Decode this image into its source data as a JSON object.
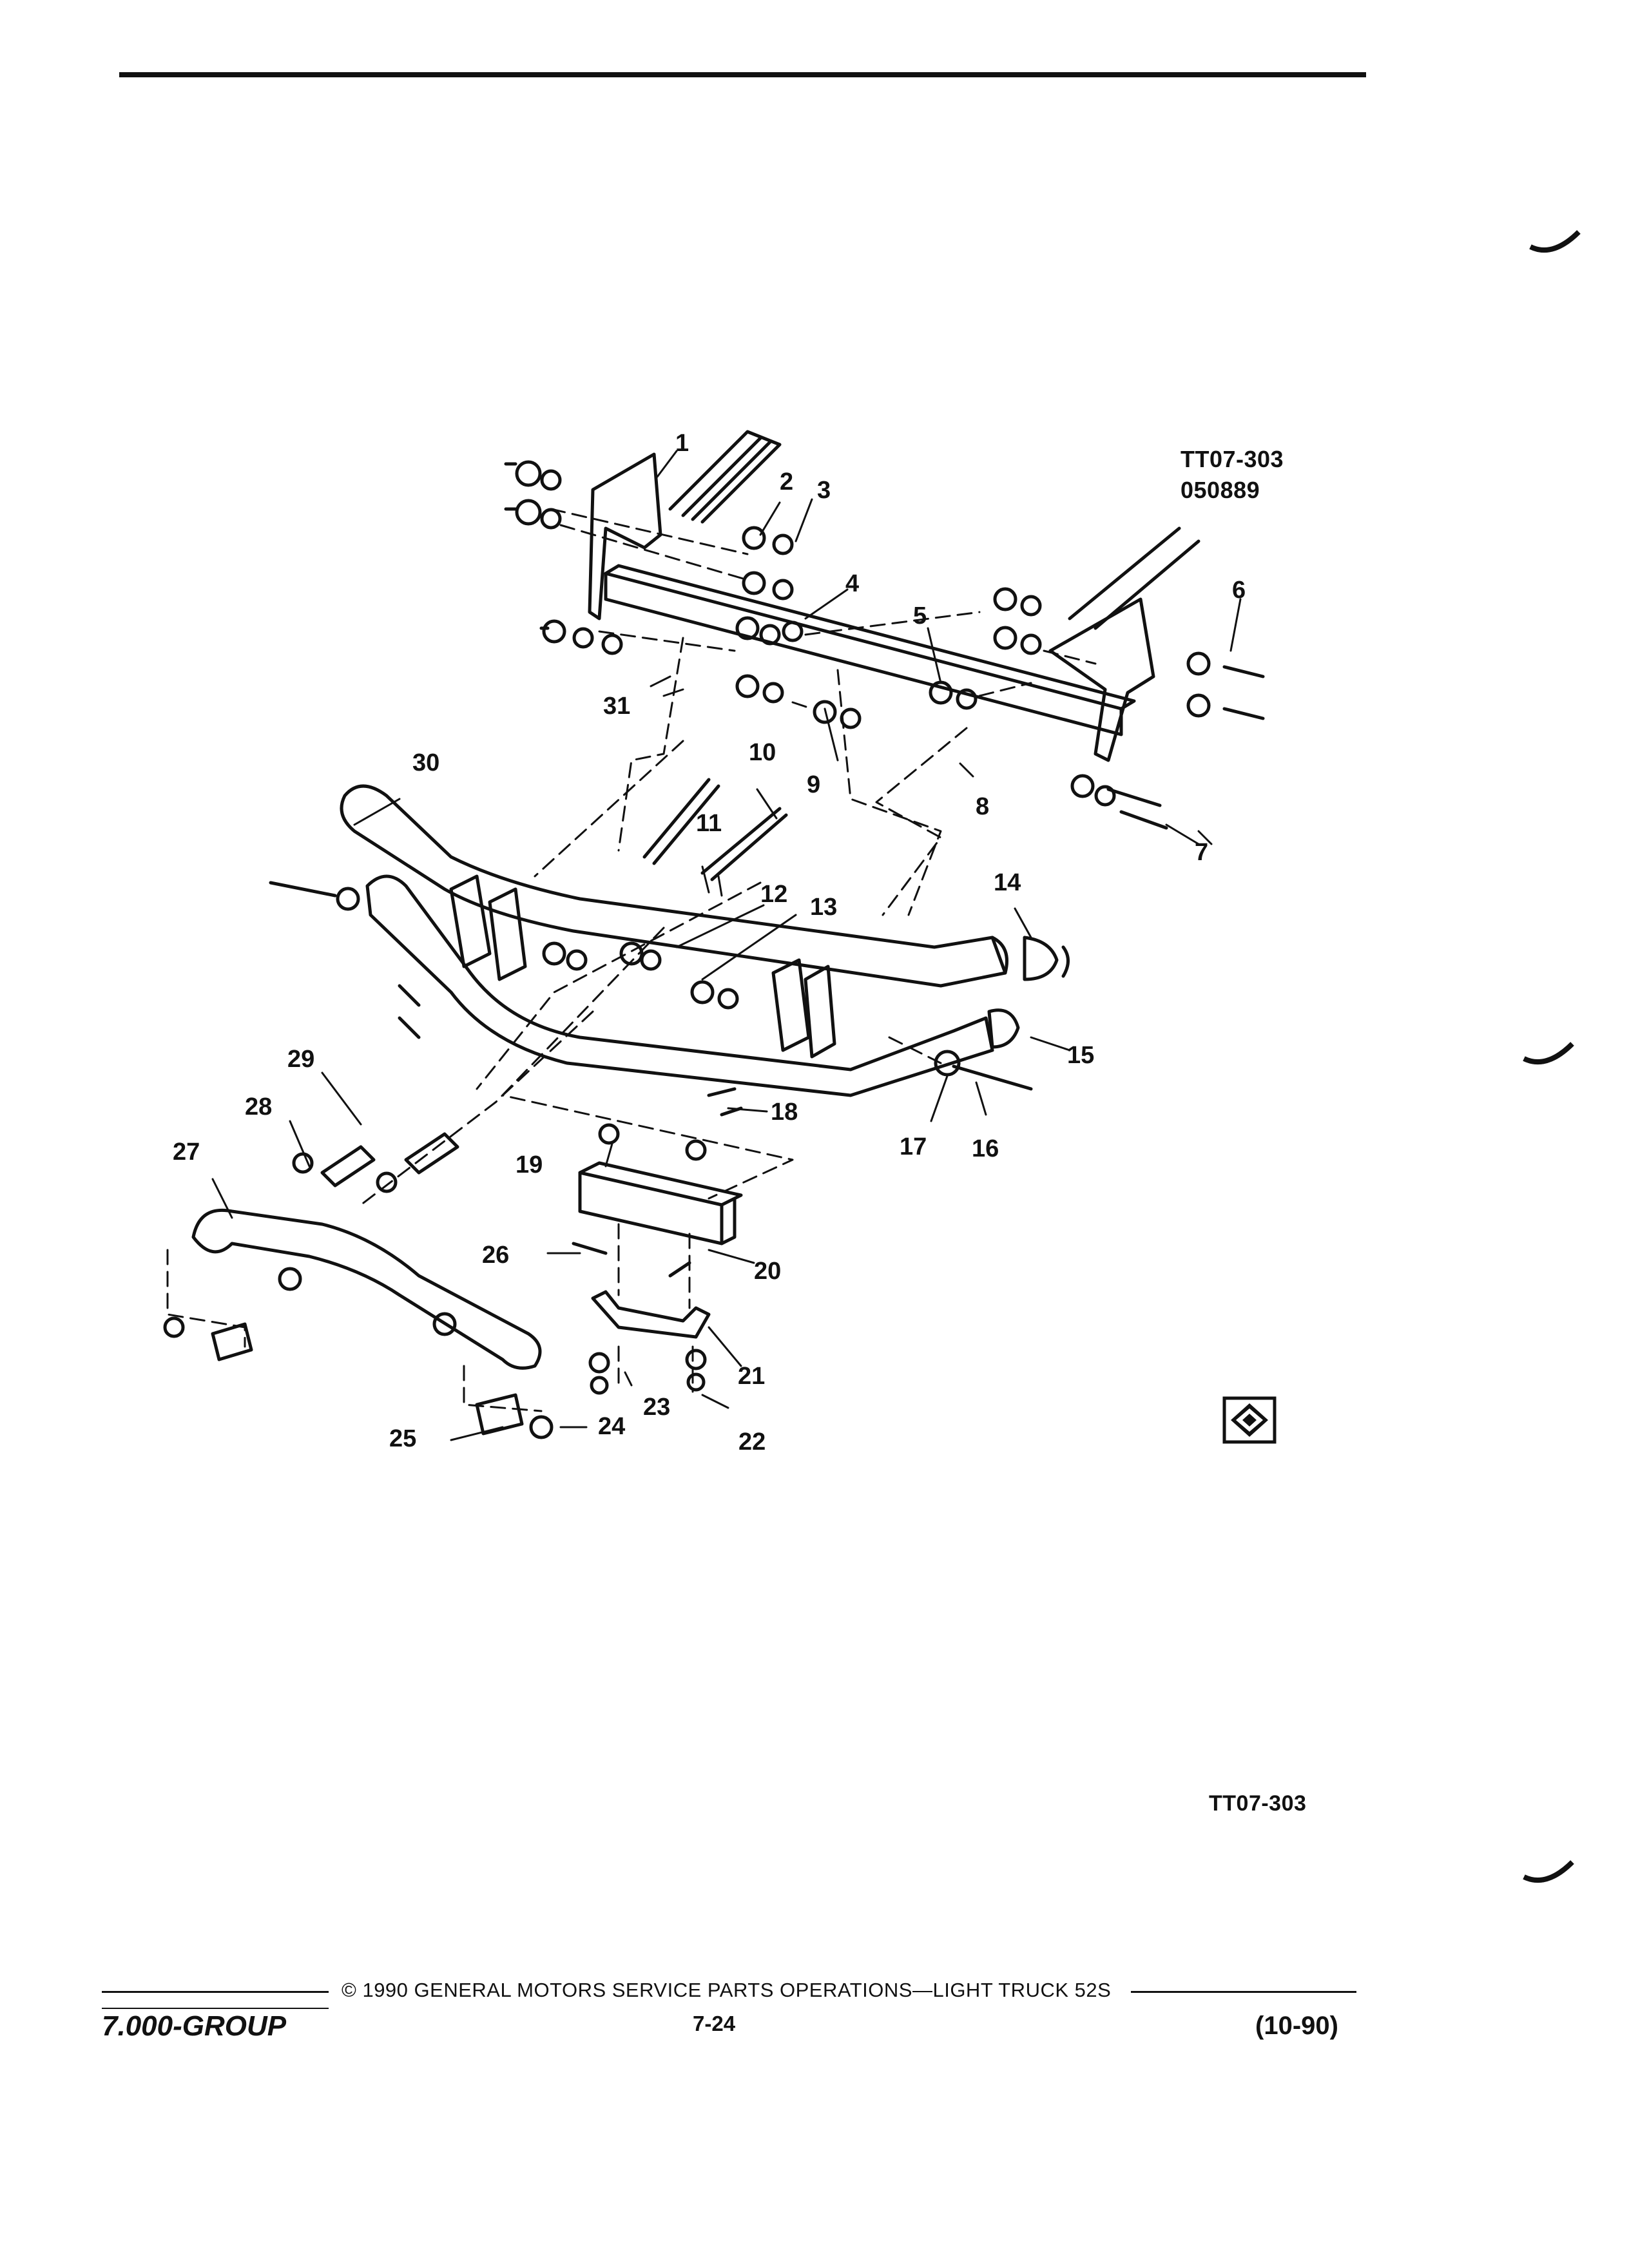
{
  "header": {
    "illustration_code": "TT07-303",
    "illustration_date": "050889"
  },
  "figure_code": "TT07-303",
  "callouts": [
    "1",
    "2",
    "3",
    "4",
    "5",
    "6",
    "7",
    "8",
    "9",
    "10",
    "11",
    "12",
    "13",
    "14",
    "15",
    "16",
    "17",
    "18",
    "19",
    "20",
    "21",
    "22",
    "23",
    "24",
    "25",
    "26",
    "27",
    "28",
    "29",
    "30",
    "31"
  ],
  "footer": {
    "group": "7.000-GROUP",
    "copyright": "© 1990 GENERAL MOTORS SERVICE PARTS OPERATIONS—LIGHT TRUCK 52S",
    "page": "7-24",
    "date": "(10-90)"
  },
  "icons": [
    "grid-symbol-icon"
  ]
}
